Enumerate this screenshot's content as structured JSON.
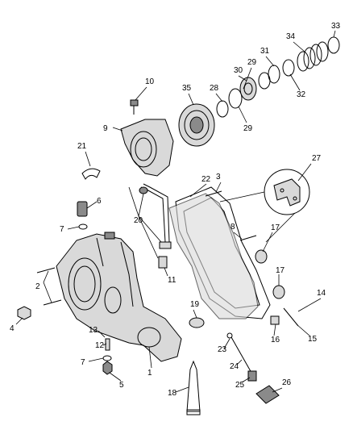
{
  "callouts": [
    {
      "id": "c1",
      "text": "1"
    },
    {
      "id": "c2",
      "text": "2"
    },
    {
      "id": "c3",
      "text": "3"
    },
    {
      "id": "c4",
      "text": "4"
    },
    {
      "id": "c5",
      "text": "5"
    },
    {
      "id": "c6",
      "text": "6"
    },
    {
      "id": "c7a",
      "text": "7"
    },
    {
      "id": "c7b",
      "text": "7"
    },
    {
      "id": "c8",
      "text": "8"
    },
    {
      "id": "c9",
      "text": "9"
    },
    {
      "id": "c10",
      "text": "10"
    },
    {
      "id": "c11",
      "text": "11"
    },
    {
      "id": "c12",
      "text": "12"
    },
    {
      "id": "c13",
      "text": "13"
    },
    {
      "id": "c14",
      "text": "14"
    },
    {
      "id": "c15",
      "text": "15"
    },
    {
      "id": "c16",
      "text": "16"
    },
    {
      "id": "c17a",
      "text": "17"
    },
    {
      "id": "c17b",
      "text": "17"
    },
    {
      "id": "c18",
      "text": "18"
    },
    {
      "id": "c19",
      "text": "19"
    },
    {
      "id": "c20",
      "text": "20"
    },
    {
      "id": "c21",
      "text": "21"
    },
    {
      "id": "c22",
      "text": "22"
    },
    {
      "id": "c23",
      "text": "23"
    },
    {
      "id": "c24",
      "text": "24"
    },
    {
      "id": "c25",
      "text": "25"
    },
    {
      "id": "c26",
      "text": "26"
    },
    {
      "id": "c27",
      "text": "27"
    },
    {
      "id": "c28",
      "text": "28"
    },
    {
      "id": "c29a",
      "text": "29"
    },
    {
      "id": "c29b",
      "text": "29"
    },
    {
      "id": "c30",
      "text": "30"
    },
    {
      "id": "c31",
      "text": "31"
    },
    {
      "id": "c32",
      "text": "32"
    },
    {
      "id": "c33",
      "text": "33"
    },
    {
      "id": "c34",
      "text": "34"
    },
    {
      "id": "c35",
      "text": "35"
    }
  ]
}
